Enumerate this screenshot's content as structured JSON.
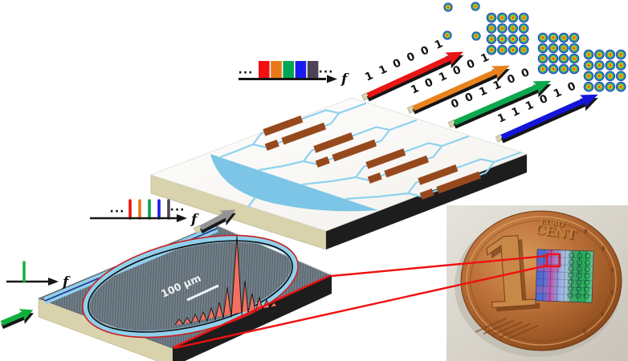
{
  "input_spectrum": {
    "axis_label": "f",
    "line_color": "#0faf3c"
  },
  "pump_arrow": {
    "color": "#0faf3c"
  },
  "ring_chip": {
    "scale_bar_label": "100 μm",
    "waveguide_color": "#8fd0ec",
    "resonance_color": "#f2705f"
  },
  "transfer_arrow": {
    "color": "#949494"
  },
  "mid_comb": {
    "axis_label": "f",
    "ellipsis_left": "···",
    "ellipsis_right": "···",
    "line_colors": [
      "#f21010",
      "#e87818",
      "#00a651",
      "#1b1bf0",
      "#4d4358"
    ]
  },
  "top_comb": {
    "axis_label": "f",
    "ellipsis_left": "···",
    "ellipsis_right": "···",
    "block_colors": [
      "#f21010",
      "#e87818",
      "#00a651",
      "#1b1bf0",
      "#4d4358"
    ]
  },
  "pic_chip": {
    "waveguide_color": "#8ed2ef",
    "heater_color": "#96491c",
    "splitter_color": "#7cc5e6"
  },
  "channels": [
    {
      "code": "1 1 0 0 0 1",
      "color": "#e81616"
    },
    {
      "code": "1 0 1 0 0 1",
      "color": "#e8821e"
    },
    {
      "code": "0 0 1 1 0 0",
      "color": "#0ca84e"
    },
    {
      "code": "1 1 1 0 1 0",
      "color": "#1414dc"
    }
  ],
  "output_patterns": {
    "sparse": {
      "count": 4
    },
    "grids": [
      {
        "rows": 4,
        "cols": 4
      },
      {
        "rows": 4,
        "cols": 4
      },
      {
        "rows": 4,
        "cols": 4
      }
    ]
  },
  "coin_photo": {
    "denomination": "1",
    "text_top": "EURO",
    "text_bottom": "CENT",
    "callout_color": "#ee1111"
  }
}
